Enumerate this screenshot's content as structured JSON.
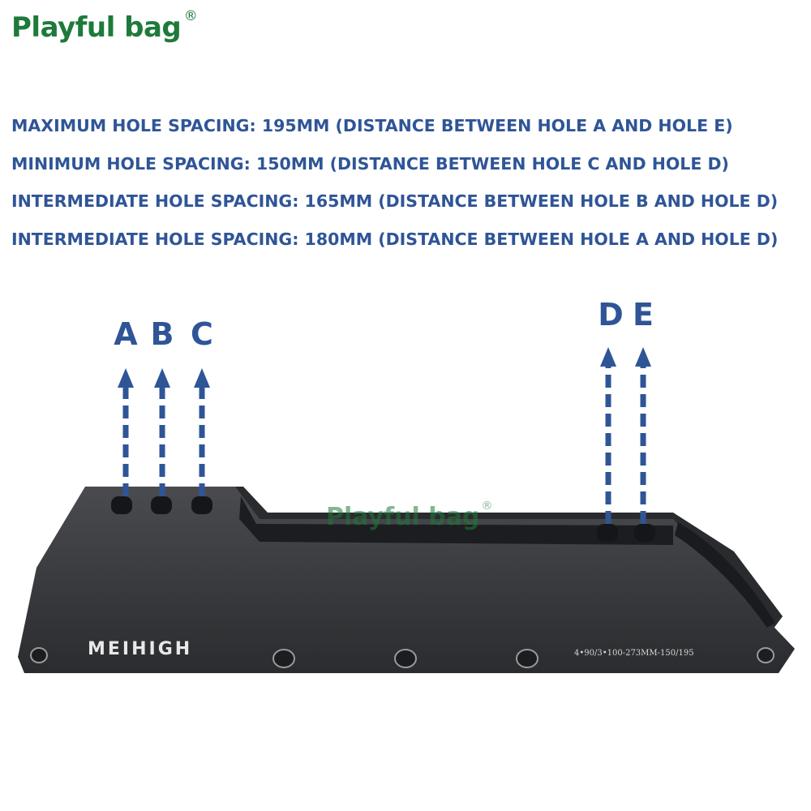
{
  "logo": {
    "text": "Playful bag",
    "reg": "®"
  },
  "specs": [
    "MAXIMUM HOLE SPACING: 195MM (DISTANCE BETWEEN HOLE A AND HOLE E)",
    "MINIMUM HOLE SPACING: 150MM (DISTANCE BETWEEN HOLE C AND HOLE D)",
    "INTERMEDIATE HOLE SPACING: 165MM (DISTANCE BETWEEN HOLE B AND HOLE D)",
    "INTERMEDIATE HOLE SPACING: 180MM (DISTANCE BETWEEN HOLE A AND HOLE D)"
  ],
  "hole_labels": {
    "a": "A",
    "b": "B",
    "c": "C",
    "d": "D",
    "e": "E"
  },
  "frame": {
    "brand": "MEIHIGH",
    "code": "4•90/3•100-273MM-150/195",
    "color": "#3a3b3e"
  },
  "watermark": {
    "text": "Playful bag",
    "reg": "®"
  },
  "colors": {
    "accent": "#2f5597",
    "logo": "#1e7a3a"
  }
}
